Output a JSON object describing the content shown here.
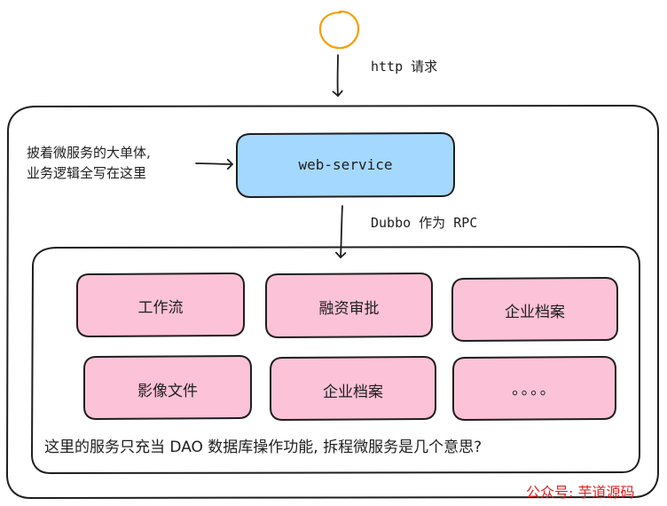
{
  "client": {
    "label": "http 请求"
  },
  "left_note": {
    "line1": "披着微服务的大单体,",
    "line2": "业务逻辑全写在这里"
  },
  "gateway": {
    "label": "web-service",
    "fill_color": "#a5d8ff"
  },
  "rpc": {
    "label": "Dubbo 作为 RPC"
  },
  "services": {
    "fill_color": "#fcc2d7",
    "items": [
      {
        "label": "工作流"
      },
      {
        "label": "融资审批"
      },
      {
        "label": "企业档案"
      },
      {
        "label": "影像文件"
      },
      {
        "label": "企业档案"
      },
      {
        "label": "。。。。"
      }
    ]
  },
  "bottom_note": "这里的服务只充当 DAO 数据库操作功能, 拆程微服务是几个意思?",
  "watermark": "公众号: 芋道源码",
  "colors": {
    "client_circle": "#f5a000",
    "stroke": "#1e1e1e",
    "watermark": "#e02020"
  }
}
